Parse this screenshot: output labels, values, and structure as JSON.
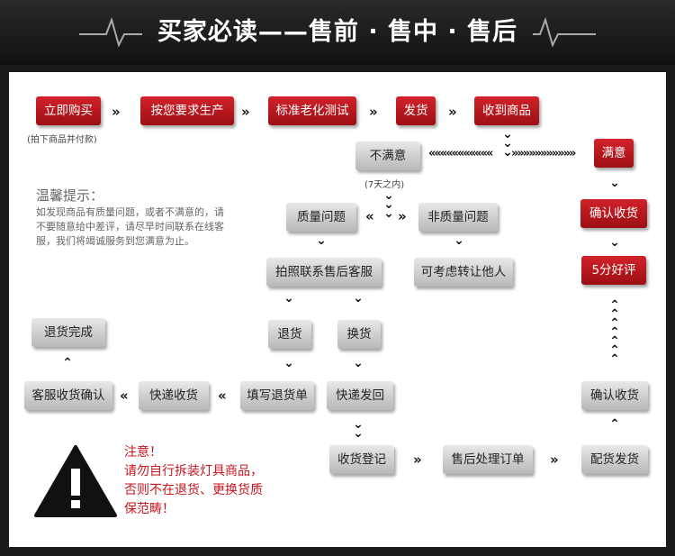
{
  "header": {
    "title": "买家必读——售前 · 售中 · 售后"
  },
  "flow": {
    "buy_now": "立即购买",
    "custom_produce": "按您要求生产",
    "aging_test": "标准老化测试",
    "ship": "发货",
    "receive_goods": "收到商品",
    "not_satisfied": "不满意",
    "satisfied": "满意",
    "confirm_receipt": "确认收货",
    "five_star": "5分好评",
    "quality_issue": "质量问题",
    "non_quality_issue": "非质量问题",
    "photo_contact": "拍照联系售后客服",
    "resell": "可考虑转让他人",
    "return_goods": "退货",
    "exchange": "换货",
    "return_done": "退货完成",
    "cs_confirm": "客服收货确认",
    "express_receive": "快递收货",
    "fill_return": "填写退货单",
    "express_back": "快递发回",
    "confirm_receipt2": "确认收货",
    "register": "收货登记",
    "aftersale_order": "售后处理订单",
    "restock_ship": "配货发货"
  },
  "notes": {
    "after_order": "(拍下商品并付款)",
    "within_days": "(7天之内)"
  },
  "tips": {
    "title": "温馨提示：",
    "body": "如发现商品有质量问题，或者不满意的，请不要随意给中差评，请尽早时间联系在线客服，我们将竭诚服务到您满意为止。"
  },
  "warning": {
    "line1": "注意！",
    "line2": "请勿自行拆装灯具商品，",
    "line3": "否则不在退货、更换货质",
    "line4": "保范畴！"
  },
  "colors": {
    "accent_red": "#c8161d",
    "gray_box": "#d0d0d0"
  }
}
